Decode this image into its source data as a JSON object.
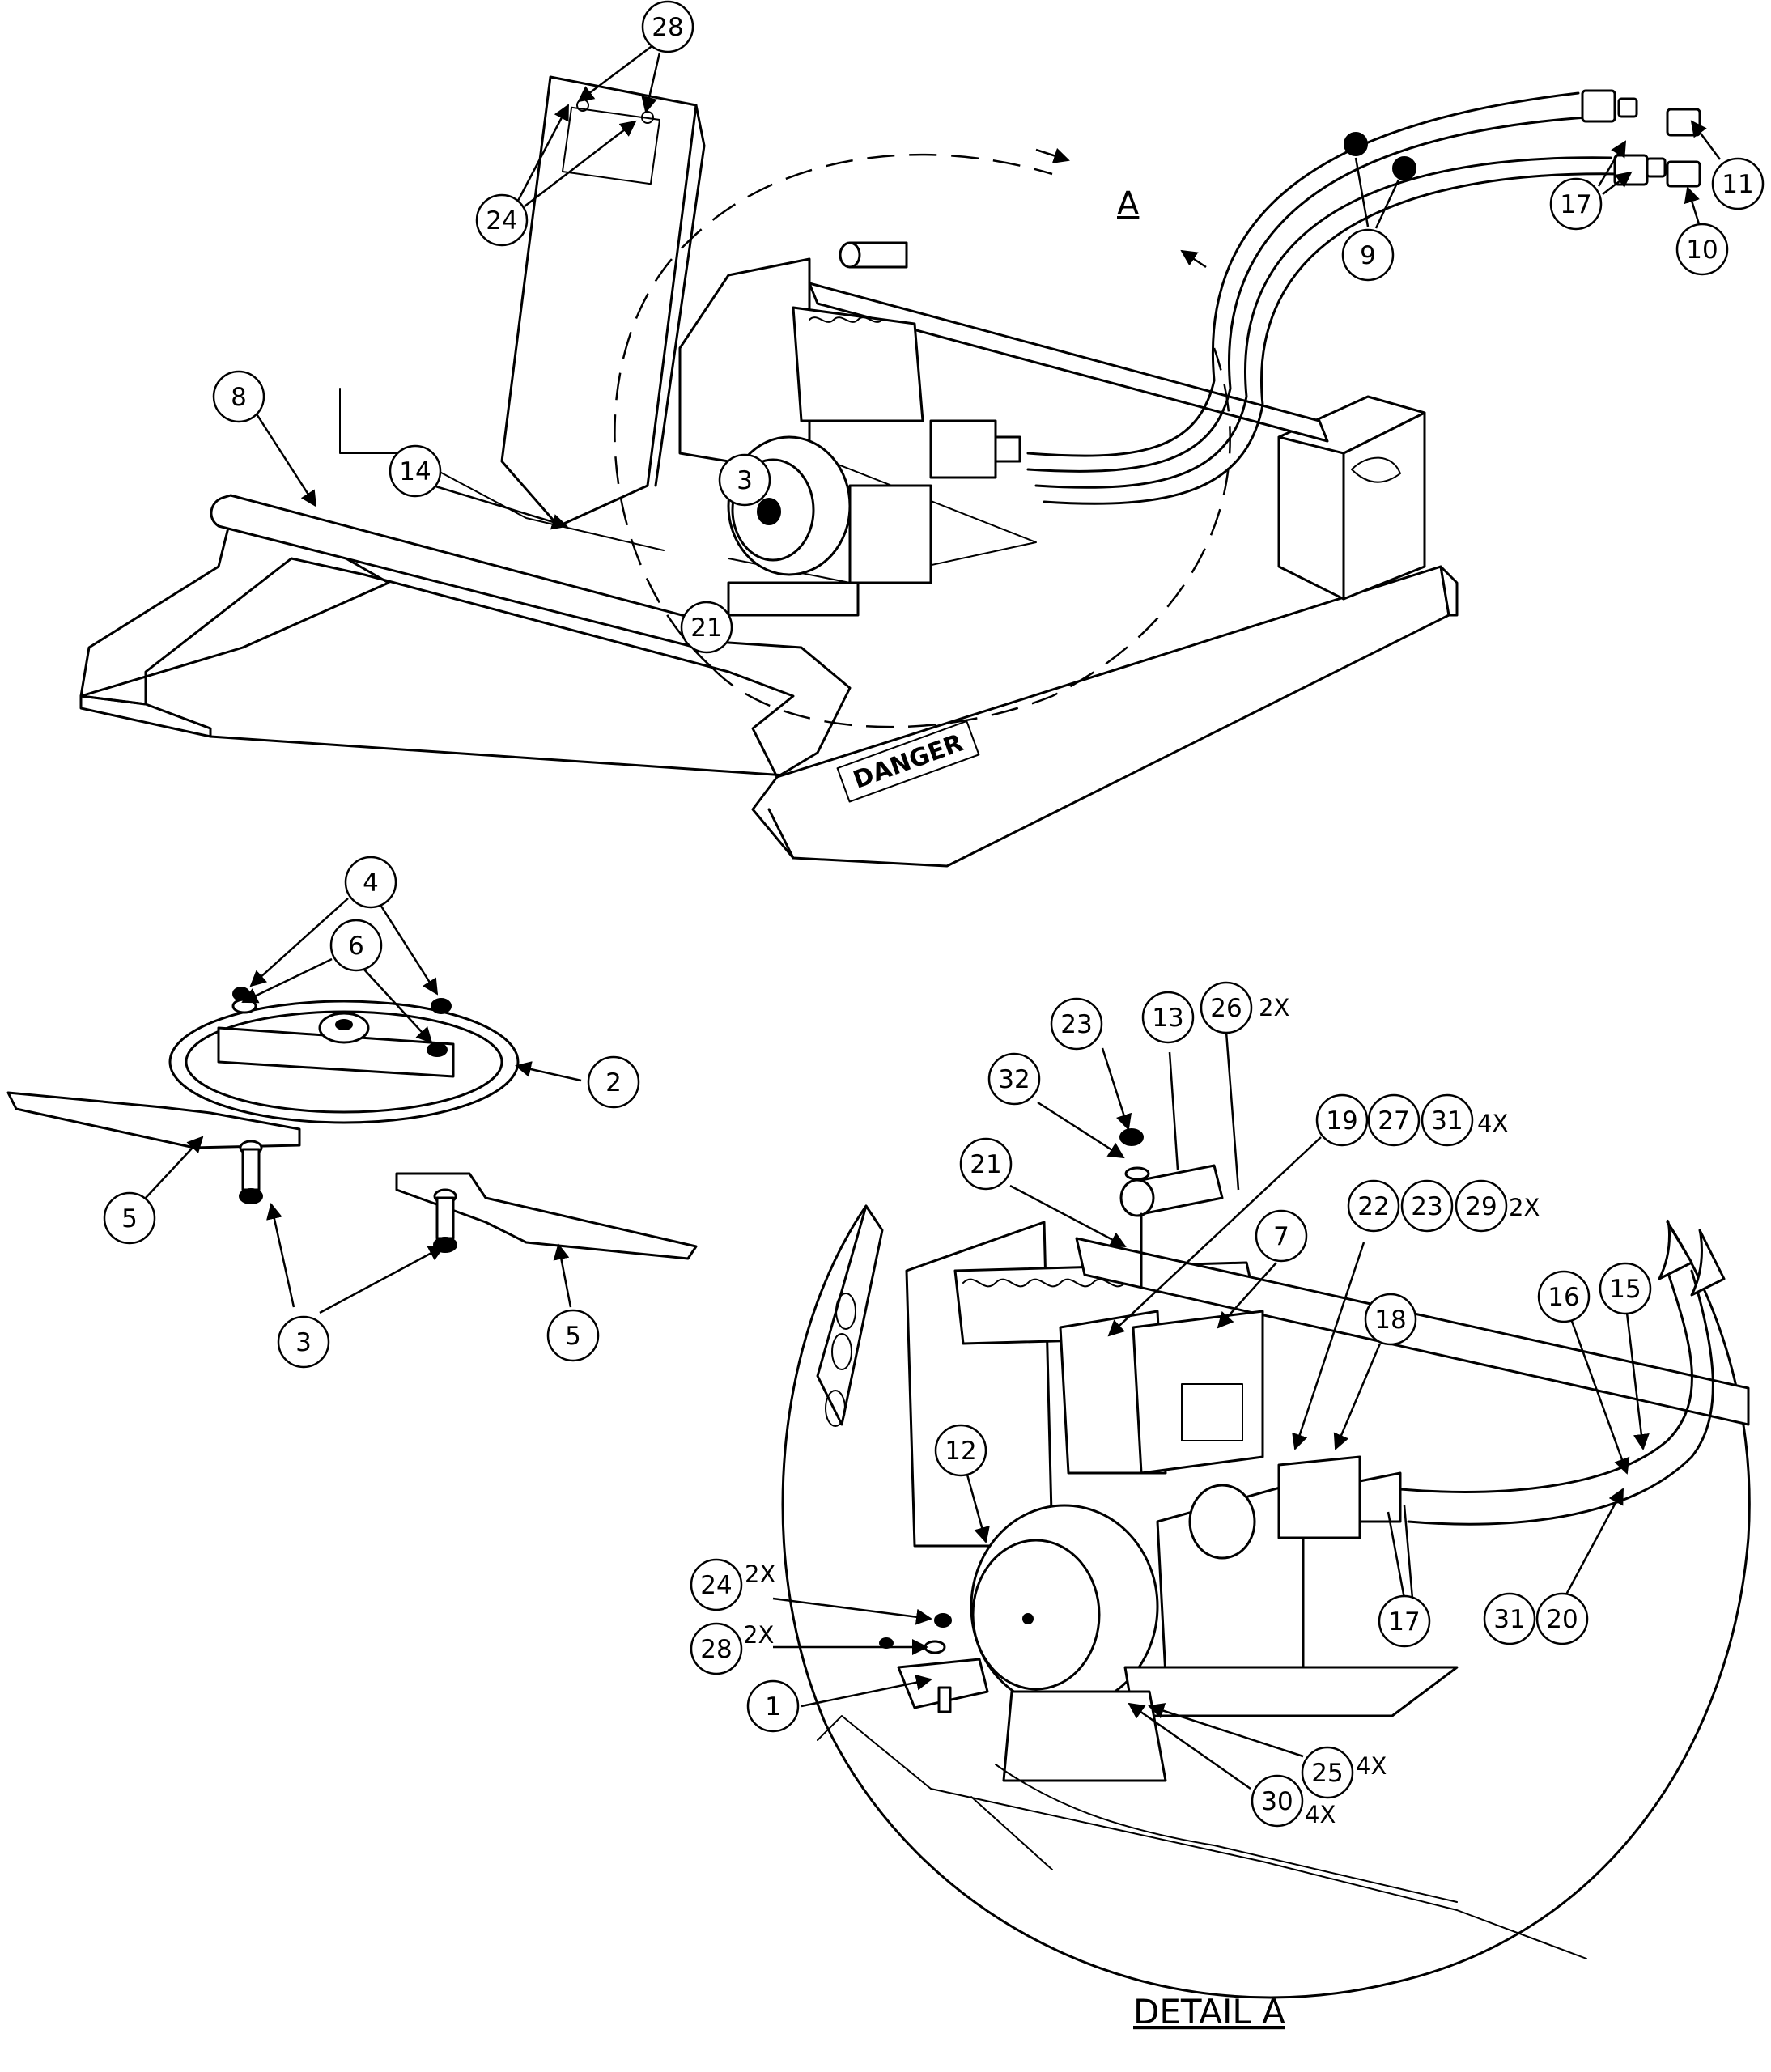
{
  "view_label": "A",
  "detail_caption": "DETAIL  A",
  "decal_text": "DANGER",
  "callouts": {
    "main": {
      "28": "28",
      "24": "24",
      "9": "9",
      "17": "17",
      "11": "11",
      "10": "10",
      "8": "8",
      "14": "14",
      "3": "3",
      "21": "21"
    },
    "blade_assembly": {
      "4": "4",
      "6": "6",
      "2": "2",
      "5a": "5",
      "5b": "5",
      "3": "3"
    },
    "detail_a": {
      "23top": "23",
      "13": "13",
      "26": "26",
      "32": "32",
      "19": "19",
      "27": "27",
      "31top": "31",
      "21": "21",
      "7": "7",
      "22": "22",
      "23mid": "23",
      "29": "29",
      "18": "18",
      "16": "16",
      "15": "15",
      "12": "12",
      "24": "24",
      "28": "28",
      "1": "1",
      "17": "17",
      "31bot": "31",
      "20": "20",
      "25": "25",
      "30": "30"
    }
  },
  "quantities": {
    "26": "2X",
    "31": "4X",
    "29": "2X",
    "24": "2X",
    "28": "2X",
    "25": "4X",
    "30": "4X"
  }
}
